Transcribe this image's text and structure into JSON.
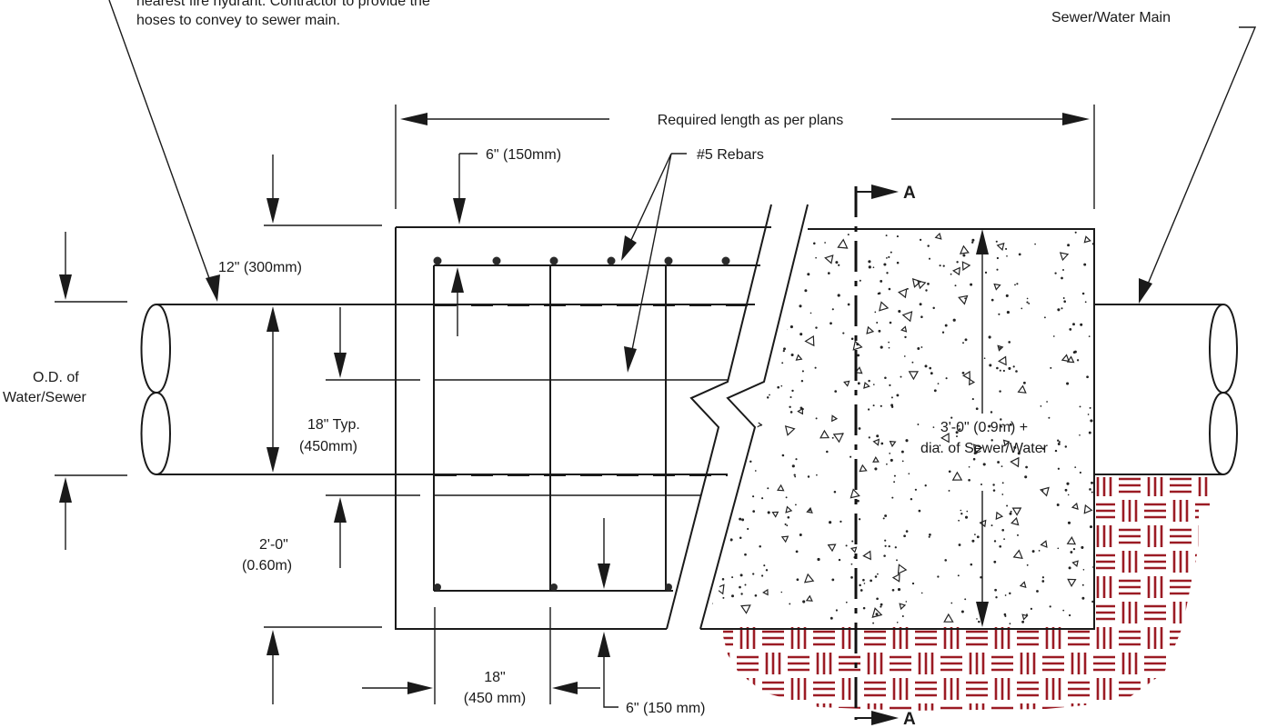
{
  "notes": {
    "hydrant_line1": "nearest fire hydrant.  Contractor to provide the",
    "hydrant_line2": "hoses to convey to sewer main."
  },
  "labels": {
    "sewer_water_main": "Sewer/Water Main",
    "required_length": "Required length as per plans",
    "cover_top": "6\" (150mm)",
    "rebars": "#5 Rebars",
    "spacing_12": "12\" (300mm)",
    "od_line1": "O.D. of",
    "od_line2": "Water/Sewer",
    "typ_line1": "18\" Typ.",
    "typ_line2": "(450mm)",
    "below_line1": "2'-0\"",
    "below_line2": "(0.60m)",
    "bottom_18_line1": "18\"",
    "bottom_18_line2": "(450 mm)",
    "bottom_6": "6\" (150 mm)",
    "height_line1": "3'-0\" (0.9m) +",
    "height_line2": "dia. of Sewer/Water",
    "section_top": "A",
    "section_bottom": "A"
  },
  "colors": {
    "ink": "#1a1a1a",
    "soil_hatch": "#9b1b24",
    "background": "#ffffff"
  }
}
